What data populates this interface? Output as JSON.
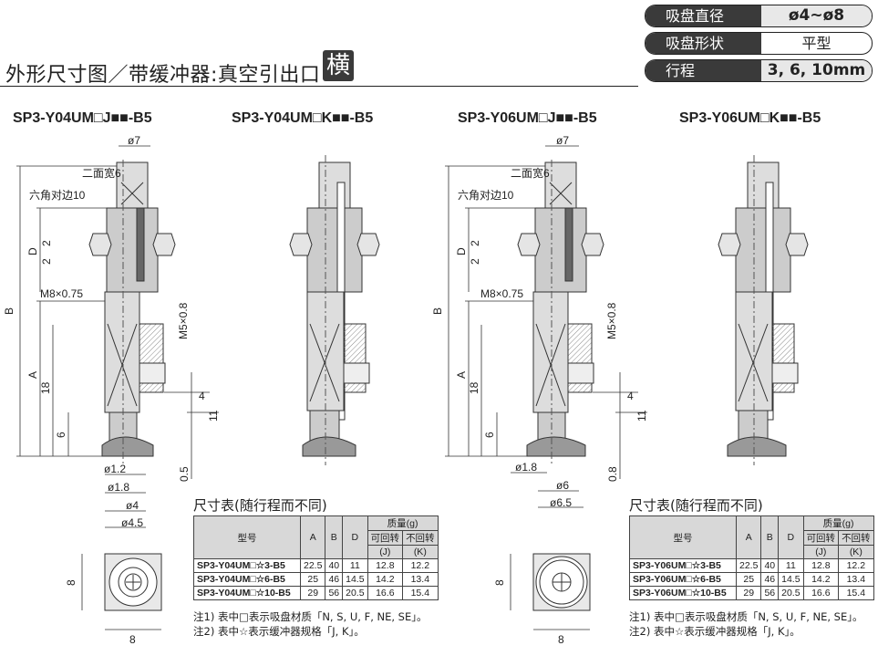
{
  "spec": {
    "rows": [
      {
        "label": "吸盘直径",
        "value": "ø4~ø8"
      },
      {
        "label": "吸盘形状",
        "value": "平型"
      },
      {
        "label": "行程",
        "value": "3, 6, 10mm"
      }
    ]
  },
  "page_title": "外形尺寸图／带缓冲器:真空引出口",
  "badge": "横",
  "models": [
    "SP3-Y04UM□J■■-B5",
    "SP3-Y04UM□K■■-B5",
    "SP3-Y06UM□J■■-B5",
    "SP3-Y06UM□K■■-B5"
  ],
  "drawing_labels": {
    "phi7": "ø7",
    "two_face": "二面宽6",
    "hex": "六角对边10",
    "D": "D",
    "B": "B",
    "A": "A",
    "two": "2",
    "m8": "M8×0.75",
    "m5": "M5×0.8",
    "eighteen": "18",
    "six": "6",
    "four": "4",
    "eleven": "11",
    "phi12": "ø1.2",
    "phi18": "ø1.8",
    "phi4": "ø4",
    "phi45": "ø4.5",
    "zero5": "0.5",
    "phi6": "ø6",
    "phi65": "ø6.5",
    "zero8": "0.8",
    "eight": "8"
  },
  "tables": [
    {
      "title": "尺寸表(随行程而不同)",
      "header_model": "型号",
      "header_A": "A",
      "header_B": "B",
      "header_D": "D",
      "header_mass": "质量(g)",
      "header_rot": "可回转",
      "header_nonrot": "不回转",
      "header_J": "(J)",
      "header_K": "(K)",
      "rows": [
        {
          "model": "SP3-Y04UM□☆3-B5",
          "A": "22.5",
          "B": "40",
          "D": "11",
          "J": "12.8",
          "K": "12.2"
        },
        {
          "model": "SP3-Y04UM□☆6-B5",
          "A": "25",
          "B": "46",
          "D": "14.5",
          "J": "14.2",
          "K": "13.4"
        },
        {
          "model": "SP3-Y04UM□☆10-B5",
          "A": "29",
          "B": "56",
          "D": "20.5",
          "J": "16.6",
          "K": "15.4"
        }
      ],
      "note1": "注1) 表中□表示吸盘材质「N, S, U, F, NE, SE」。",
      "note2": "注2) 表中☆表示缓冲器规格「J, K」。"
    },
    {
      "title": "尺寸表(随行程而不同)",
      "header_model": "型号",
      "header_A": "A",
      "header_B": "B",
      "header_D": "D",
      "header_mass": "质量(g)",
      "header_rot": "可回转",
      "header_nonrot": "不回转",
      "header_J": "(J)",
      "header_K": "(K)",
      "rows": [
        {
          "model": "SP3-Y06UM□☆3-B5",
          "A": "22.5",
          "B": "40",
          "D": "11",
          "J": "12.8",
          "K": "12.2"
        },
        {
          "model": "SP3-Y06UM□☆6-B5",
          "A": "25",
          "B": "46",
          "D": "14.5",
          "J": "14.2",
          "K": "13.4"
        },
        {
          "model": "SP3-Y06UM□☆10-B5",
          "A": "29",
          "B": "56",
          "D": "20.5",
          "J": "16.6",
          "K": "15.4"
        }
      ],
      "note1": "注1) 表中□表示吸盘材质「N, S, U, F, NE, SE」。",
      "note2": "注2) 表中☆表示缓冲器规格「J, K」。"
    }
  ]
}
